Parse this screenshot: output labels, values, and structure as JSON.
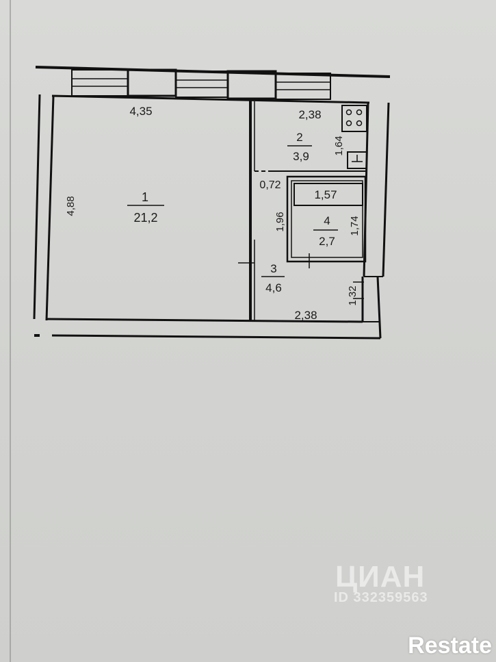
{
  "plan": {
    "rooms": [
      {
        "number": "1",
        "area": "21,2"
      },
      {
        "number": "2",
        "area": "3,9"
      },
      {
        "number": "3",
        "area": "4,6"
      },
      {
        "number": "4",
        "area": "2,7"
      }
    ],
    "dimensions": {
      "room1_width": "4,35",
      "room1_height": "4,88",
      "kitchen_width": "2,38",
      "kitchen_depth": "1,64",
      "hall_width": "2,38",
      "hall_depth": "0,72",
      "bath_width": "1,57",
      "bath_height_left": "1,96",
      "bath_height_right": "1,74",
      "entry_depth": "1,32"
    }
  },
  "watermark": {
    "logo": "ЦИАН",
    "id": "ID 332359563"
  },
  "brand": "Restate"
}
